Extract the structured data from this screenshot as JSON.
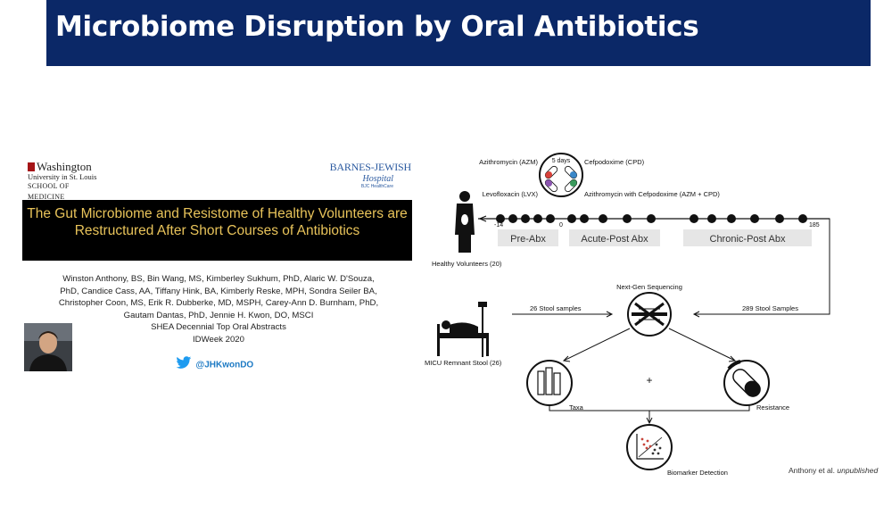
{
  "slide": {
    "title": "Microbiome Disruption by Oral Antibiotics"
  },
  "abstract": {
    "institution_logo": [
      "Washington",
      "University in St. Louis",
      "SCHOOL OF MEDICINE"
    ],
    "hospital_logo": [
      "BARNES-JEWISH",
      "Hospital",
      "BJC HealthCare"
    ],
    "paper_title": "The Gut Microbiome and Resistome of Healthy Volunteers are Restructured After Short Courses of Antibiotics",
    "author_lines": [
      "Winston Anthony, BS, Bin Wang, MS, Kimberley Sukhum, PhD, Alaric W. D'Souza,",
      "PhD, Candice Cass, AA, Tiffany Hink, BA, Kimberly Reske, MPH, Sondra Seiler BA,",
      "Christopher Coon, MS, Erik R. Dubberke, MD, MSPH, Carey-Ann D. Burnham, PhD,",
      "Gautam Dantas, PhD, Jennie H. Kwon, DO, MSCI",
      "SHEA Decennial Top Oral Abstracts",
      "IDWeek 2020"
    ],
    "twitter_handle": "@JHKwonDO"
  },
  "diagram": {
    "antibiotics": {
      "azm": "Azithromycin (AZM)",
      "cpd": "Cefpodoxime (CPD)",
      "lvx": "Levofloxacin (LVX)",
      "azm_cpd": "Azithromycin with Cefpodoxime (AZM + CPD)",
      "duration": "5 days"
    },
    "timeline": {
      "start": "-14",
      "zero": "0",
      "end": "185",
      "phases": [
        "Pre-Abx",
        "Acute-Post Abx",
        "Chronic-Post Abx"
      ]
    },
    "healthy_volunteers": "Healthy Volunteers (20)",
    "micu": "MICU Remnant Stool (26)",
    "sequencing": "Next-Gen Sequencing",
    "left_flow": "26 Stool samples",
    "right_flow": "289 Stool Samples",
    "taxa": "Taxa",
    "resistance": "Resistance",
    "plus": "+",
    "biomarker": "Biomarker Detection",
    "colors": {
      "capsule_red": "#d9413a",
      "capsule_blue": "#3a87c8",
      "capsule_purple": "#8b55b0",
      "capsule_green": "#3a9a5c"
    }
  },
  "citation": {
    "authors": "Anthony et al.",
    "status": "unpublished"
  }
}
